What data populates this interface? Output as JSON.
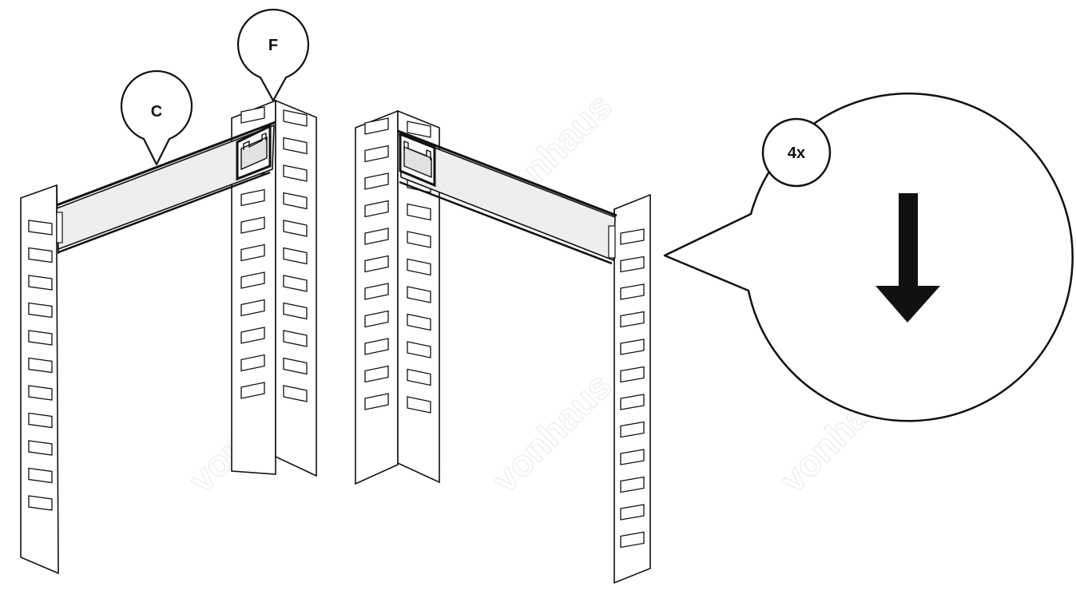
{
  "watermark": {
    "text": "vonhaus",
    "color": "#eeeeee"
  },
  "callouts": {
    "c": {
      "label": "C"
    },
    "f": {
      "label": "F"
    },
    "quantity": {
      "label": "4x"
    }
  },
  "colors": {
    "line": "#111111",
    "rail_fill": "#eeeeee",
    "background": "#ffffff"
  },
  "icons": [
    "down-arrow-icon"
  ]
}
